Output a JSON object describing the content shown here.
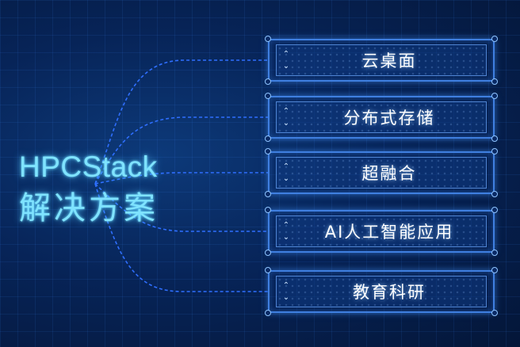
{
  "title": {
    "line1": "HPCStack",
    "line2": "解决方案"
  },
  "solutions": [
    {
      "label": "云桌面"
    },
    {
      "label": "分布式存储"
    },
    {
      "label": "超融合"
    },
    {
      "label": "AI人工智能应用"
    },
    {
      "label": "教育科研"
    }
  ],
  "icons": {
    "node_arrows": "up-down-chevron-icon"
  },
  "colors": {
    "accent_glow": "#7fe3ff",
    "connector": "#2f6fff",
    "frame_border": "#3f7fe0",
    "background": "#072458"
  }
}
